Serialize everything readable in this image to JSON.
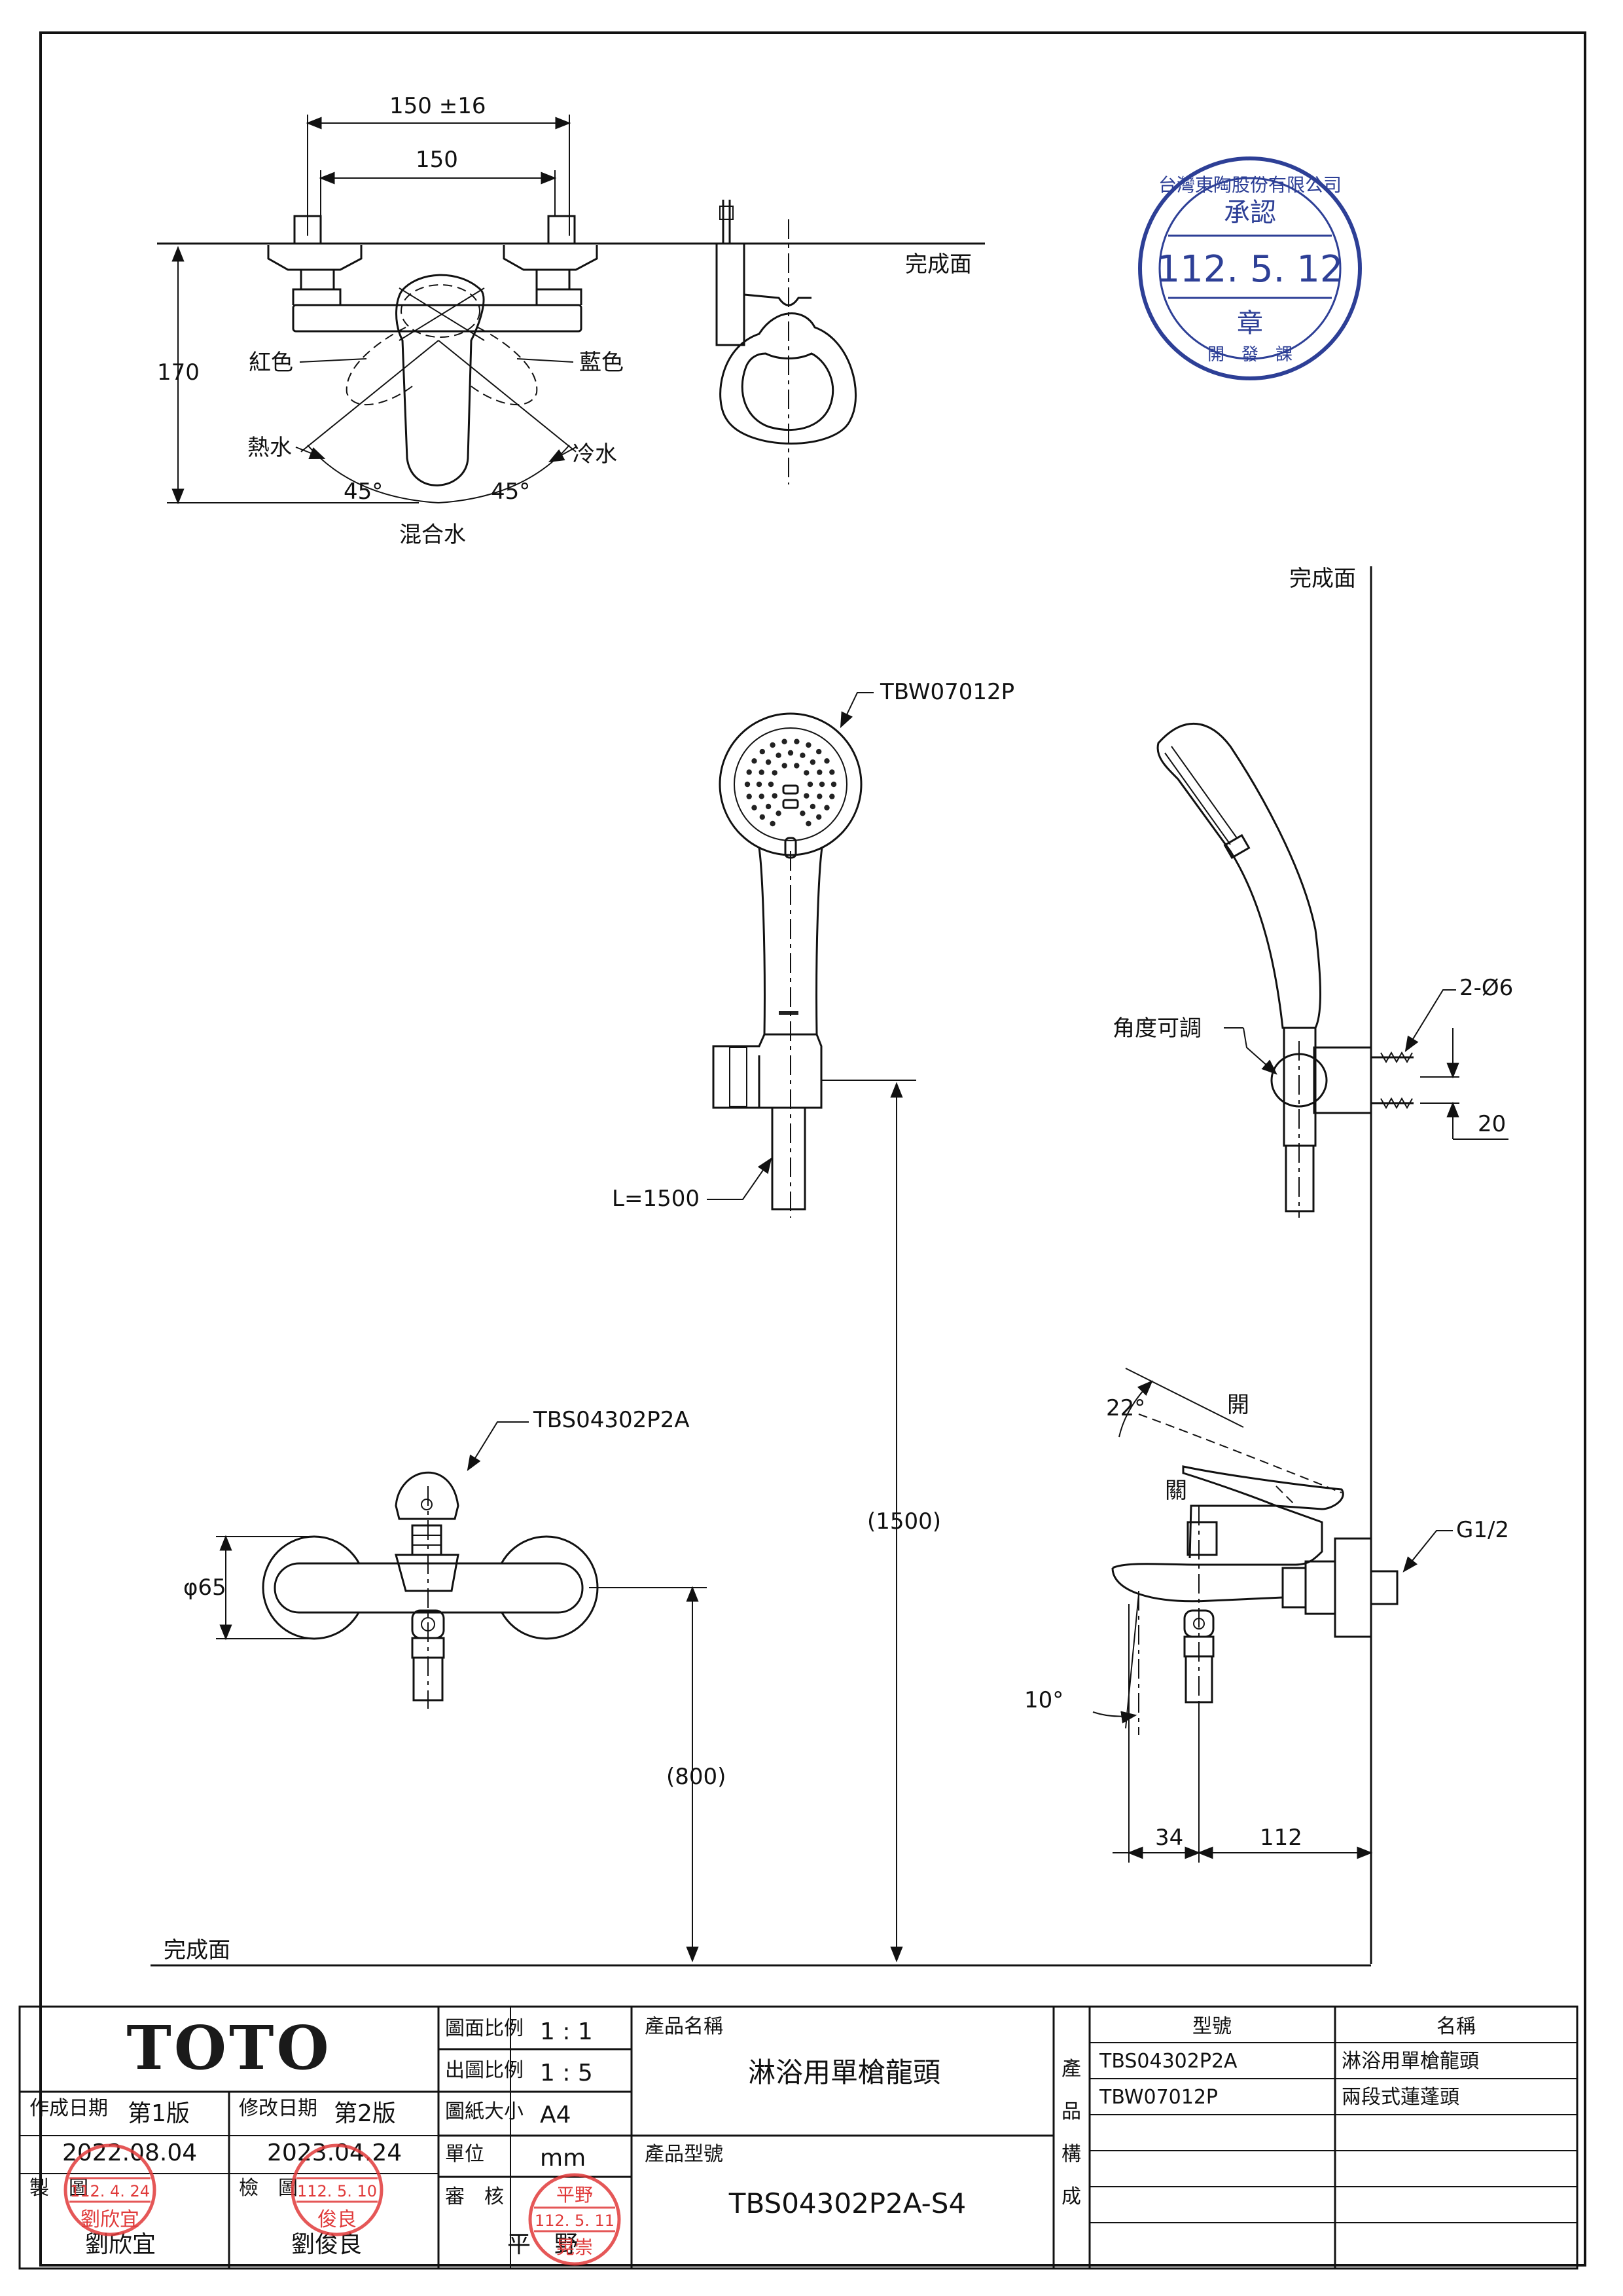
{
  "dimensions": {
    "top_width_tol": "150 ±16",
    "top_width": "150",
    "top_height": "170",
    "angle_left": "45°",
    "angle_right": "45°",
    "outlet_dia": "φ65",
    "hose_len": "L=1500",
    "height_1500": "(1500)",
    "height_800": "(800)",
    "holes": "2-Ø6",
    "hole_pitch": "20",
    "open_angle": "22°",
    "spout_angle": "10°",
    "depth_34": "34",
    "depth_112": "112",
    "thread": "G1/2"
  },
  "labels": {
    "finish_surface_top": "完成面",
    "finish_surface_right": "完成面",
    "finish_surface_bottom": "完成面",
    "red": "紅色",
    "blue": "藍色",
    "hot": "熱水",
    "cold": "冷水",
    "mix": "混合水",
    "adjustable": "角度可調",
    "open": "開",
    "close": "關",
    "shower_model": "TBW07012P",
    "faucet_model": "TBS04302P2A"
  },
  "title_block": {
    "logo": "TOTO",
    "created_label": "作成日期",
    "created_version": "第1版",
    "created_date": "2022.08.04",
    "modified_label": "修改日期",
    "modified_version": "第2版",
    "modified_date": "2023.04.24",
    "drawn_label": "製　圖",
    "drawn_by": "劉欣宜",
    "checked_label": "檢　圖",
    "checked_by": "劉俊良",
    "scale_label": "圖面比例",
    "scale_value": "1 : 1",
    "print_scale_label": "出圖比例",
    "print_scale_value": "1 : 5",
    "paper_label": "圖紙大小",
    "paper_value": "A4",
    "unit_label": "單位",
    "unit_value": "mm",
    "review_label": "審　核",
    "reviewed_by": "平　野",
    "product_name_label": "產品名稱",
    "product_name": "淋浴用單槍龍頭",
    "product_model_label": "產品型號",
    "product_model": "TBS04302P2A-S4",
    "composition_label": "產品構成",
    "col_model": "型號",
    "col_name": "名稱",
    "parts": [
      {
        "model": "TBS04302P2A",
        "name": "淋浴用單槍龍頭"
      },
      {
        "model": "TBW07012P",
        "name": "兩段式蓮蓬頭"
      },
      {
        "model": "",
        "name": ""
      },
      {
        "model": "",
        "name": ""
      },
      {
        "model": "",
        "name": ""
      },
      {
        "model": "",
        "name": ""
      }
    ]
  },
  "stamps": {
    "approval_ring": "台灣東陶股份有限公司",
    "approval_word": "承認",
    "approval_date": "112. 5. 12",
    "approval_seal": "章",
    "approval_dept": "開　發　課",
    "drawn_stamp_date": "112. 4. 24",
    "drawn_stamp_name": "劉欣宜",
    "checked_stamp_date": "112. 5. 10",
    "checked_stamp_name": "俊良",
    "review_stamp_name_top": "平野",
    "review_stamp_date": "112. 5. 11",
    "review_stamp_name_bottom": "晃崇"
  },
  "colors": {
    "line": "#111111",
    "approval_stamp": "#2d3f96",
    "person_stamp": "#e03a3a"
  }
}
